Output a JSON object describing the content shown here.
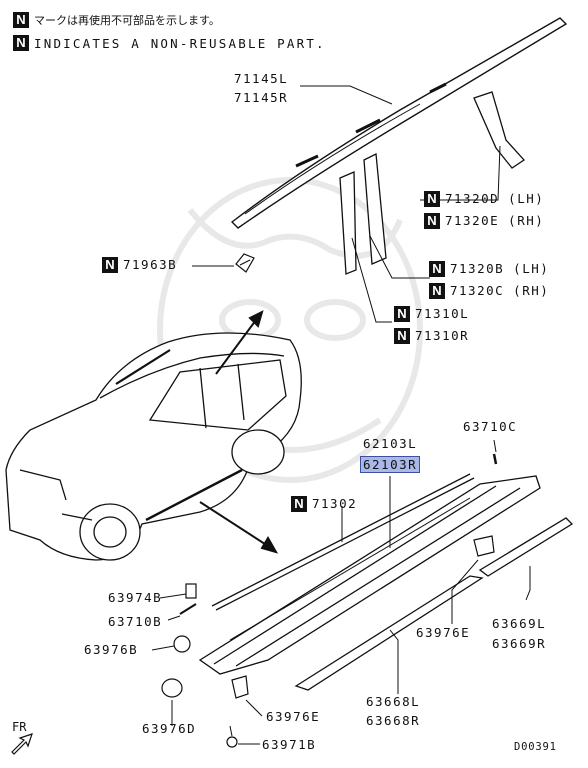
{
  "legend": {
    "marker": "N",
    "line_jp": "マークは再使用不可部品を示します。",
    "line_en": "INDICATES A NON-REUSABLE PART."
  },
  "parts": {
    "p71145L": "71145L",
    "p71145R": "71145R",
    "p71320D": "71320D (LH)",
    "p71320E": "71320E (RH)",
    "p71963B": "71963B",
    "p71320B": "71320B (LH)",
    "p71320C": "71320C (RH)",
    "p71310L": "71310L",
    "p71310R": "71310R",
    "p62103L": "62103L",
    "p62103R": "62103R",
    "p63710C": "63710C",
    "p71302": "71302",
    "p63974B": "63974B",
    "p63710B": "63710B",
    "p63976B": "63976B",
    "p63976E_a": "63976E",
    "p63669L": "63669L",
    "p63669R": "63669R",
    "p63976D": "63976D",
    "p63976E_b": "63976E",
    "p63668L": "63668L",
    "p63668R": "63668R",
    "p63971B": "63971B"
  },
  "direction": "FR",
  "diagram_code": "D00391",
  "colors": {
    "line": "#111111",
    "highlight": "#aab8e8",
    "highlight_border": "#3c4fa0"
  }
}
